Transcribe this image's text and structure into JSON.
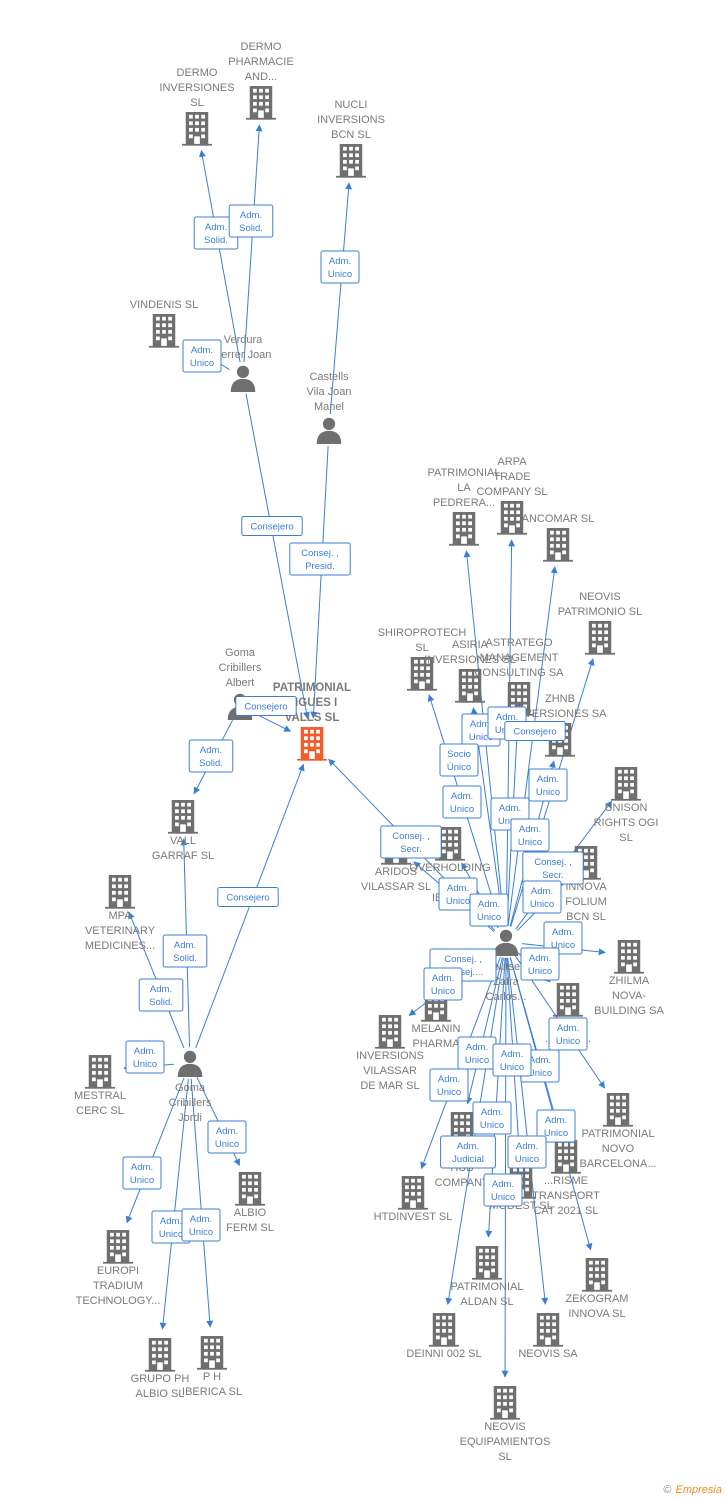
{
  "colors": {
    "node": "#6f6f6f",
    "focus": "#f25c2a",
    "edge": "#3b7fd4"
  },
  "nodes": [
    {
      "id": "patrimonial_rigues",
      "type": "company",
      "focus": true,
      "label": [
        "PATRIMONIAL",
        "RIGUES I",
        "VALLS  SL"
      ]
    },
    {
      "id": "dermo_inv",
      "type": "company",
      "label": [
        "DERMO",
        "INVERSIONES",
        "SL"
      ]
    },
    {
      "id": "dermo_pharm",
      "type": "company",
      "label": [
        "DERMO",
        "PHARMACIE",
        "AND..."
      ]
    },
    {
      "id": "nucli",
      "type": "company",
      "label": [
        "NUCLI",
        "INVERSIONS",
        "BCN  SL"
      ]
    },
    {
      "id": "vindenis",
      "type": "company",
      "label": [
        "VINDENIS SL"
      ]
    },
    {
      "id": "verdura",
      "type": "person",
      "label": [
        "Verdura",
        "Ferrer Joan"
      ]
    },
    {
      "id": "castells",
      "type": "person",
      "label": [
        "Castells",
        "Vila Joan",
        "Manel"
      ]
    },
    {
      "id": "goma_albert",
      "type": "person",
      "label": [
        "Goma",
        "Cribillers",
        "Albert"
      ]
    },
    {
      "id": "vall_garraf",
      "type": "company",
      "label": [
        "VALL",
        "GARRAF  SL"
      ]
    },
    {
      "id": "mpa",
      "type": "company",
      "label": [
        "MPA",
        "VETERINARY",
        "MEDICINES..."
      ]
    },
    {
      "id": "mestral",
      "type": "company",
      "label": [
        "MESTRAL",
        "CERC  SL"
      ]
    },
    {
      "id": "goma_jordi",
      "type": "person",
      "label": [
        "Goma",
        "Cribillers",
        "Jordi"
      ]
    },
    {
      "id": "albio_ferm",
      "type": "company",
      "label": [
        "ALBIO",
        "FERM SL"
      ]
    },
    {
      "id": "europi",
      "type": "company",
      "label": [
        "EUROPI",
        "TRADIUM",
        "TECHNOLOGY..."
      ]
    },
    {
      "id": "grupo_ph",
      "type": "company",
      "label": [
        "GRUPO PH",
        "ALBIO  SL"
      ]
    },
    {
      "id": "ph_iberica",
      "type": "company",
      "label": [
        "P H",
        "IBERICA  SL"
      ]
    },
    {
      "id": "patr_pedrera",
      "type": "company",
      "label": [
        "PATRIMONIAL",
        "LA",
        "PEDRERA..."
      ]
    },
    {
      "id": "arpa",
      "type": "company",
      "label": [
        "ARPA",
        "TRADE",
        "COMPANY  SL"
      ]
    },
    {
      "id": "ancomar",
      "type": "company",
      "label": [
        "ANCOMAR SL"
      ]
    },
    {
      "id": "neovis_patr",
      "type": "company",
      "label": [
        "NEOVIS",
        "PATRIMONIO SL"
      ]
    },
    {
      "id": "shiroprotech",
      "type": "company",
      "label": [
        "SHIROPROTECH",
        "SL"
      ]
    },
    {
      "id": "asiria",
      "type": "company",
      "label": [
        "ASIRIA",
        "INVERSIONES SL"
      ]
    },
    {
      "id": "astratego",
      "type": "company",
      "label": [
        "ASTRATEGO",
        "MANAGEMENT",
        "CONSULTING SA"
      ]
    },
    {
      "id": "zhnb",
      "type": "company",
      "label": [
        "ZHNB",
        "INVERSIONES SA"
      ]
    },
    {
      "id": "unison",
      "type": "company",
      "label": [
        "UNISON",
        "RIGHTS OGI",
        "SL"
      ]
    },
    {
      "id": "aridos",
      "type": "company",
      "label": [
        "ARIDOS",
        "VILASSAR  SL"
      ]
    },
    {
      "id": "overholding",
      "type": "company",
      "label": [
        "OVERHOLDING",
        "SE",
        "IBERIA"
      ]
    },
    {
      "id": "innova_folium",
      "type": "company",
      "label": [
        "INNOVA",
        "FOLIUM",
        "BCN  SL"
      ]
    },
    {
      "id": "zhilma",
      "type": "company",
      "label": [
        "ZHILMA",
        "NOVA-",
        "BUILDING SA"
      ]
    },
    {
      "id": "zafra",
      "type": "person",
      "label": [
        "Boutsen",
        "Zafra",
        "Carlos..."
      ]
    },
    {
      "id": "melanin",
      "type": "company",
      "label": [
        "MELANIN",
        "PHARMA"
      ]
    },
    {
      "id": "inv_vilassar",
      "type": "company",
      "label": [
        "INVERSIONS",
        "VILASSAR",
        "DE MAR  SL"
      ]
    },
    {
      "id": "sandoz",
      "type": "company",
      "label": [
        "S...D",
        "...CION..."
      ]
    },
    {
      "id": "patr_novo",
      "type": "company",
      "label": [
        "PATRIMONIAL",
        "NOVO",
        "BARCELONA..."
      ]
    },
    {
      "id": "hub_company",
      "type": "company",
      "label": [
        "M...",
        "HUB",
        "COMPANY"
      ]
    },
    {
      "id": "transport",
      "type": "company",
      "label": [
        "...RISME",
        "TRANSPORT",
        "CAT 2021  SL"
      ]
    },
    {
      "id": "modest",
      "type": "company",
      "label": [
        "MODEST  SL"
      ]
    },
    {
      "id": "htdinvest",
      "type": "company",
      "label": [
        "HTDINVEST  SL"
      ]
    },
    {
      "id": "patr_aldan",
      "type": "company",
      "label": [
        "PATRIMONIAL",
        "ALDAN  SL"
      ]
    },
    {
      "id": "zekogram",
      "type": "company",
      "label": [
        "ZEKOGRAM",
        "INNOVA  SL"
      ]
    },
    {
      "id": "deinni",
      "type": "company",
      "label": [
        "DEINNI 002  SL"
      ]
    },
    {
      "id": "neovis_sa",
      "type": "company",
      "label": [
        "NEOVIS SA"
      ]
    },
    {
      "id": "neovis_equip",
      "type": "company",
      "label": [
        "NEOVIS",
        "EQUIPAMIENTOS",
        "SL"
      ]
    }
  ],
  "edges": [
    {
      "from": "verdura",
      "to": "dermo_inv",
      "label": [
        "Adm.",
        "Solid."
      ]
    },
    {
      "from": "verdura",
      "to": "dermo_pharm",
      "label": [
        "Adm.",
        "Solid."
      ]
    },
    {
      "from": "castells",
      "to": "nucli",
      "label": [
        "Adm.",
        "Unico"
      ]
    },
    {
      "from": "verdura",
      "to": "vindenis",
      "label": [
        "Adm.",
        "Unico"
      ]
    },
    {
      "from": "verdura",
      "to": "patrimonial_rigues",
      "label": [
        "Consejero"
      ]
    },
    {
      "from": "castells",
      "to": "patrimonial_rigues",
      "label": [
        "Consej. ,",
        "Presid."
      ]
    },
    {
      "from": "goma_albert",
      "to": "patrimonial_rigues",
      "label": [
        "Consejero"
      ]
    },
    {
      "from": "goma_albert",
      "to": "vall_garraf",
      "label": [
        "Adm.",
        "Solid."
      ]
    },
    {
      "from": "goma_jordi",
      "to": "patrimonial_rigues",
      "label": [
        "Consejero"
      ]
    },
    {
      "from": "goma_jordi",
      "to": "vall_garraf",
      "label": [
        "Adm.",
        "Solid."
      ]
    },
    {
      "from": "goma_jordi",
      "to": "mpa",
      "label": [
        "Adm.",
        "Solid."
      ]
    },
    {
      "from": "goma_jordi",
      "to": "mestral",
      "label": [
        "Adm.",
        "Unico"
      ]
    },
    {
      "from": "goma_jordi",
      "to": "albio_ferm",
      "label": [
        "Adm.",
        "Unico"
      ]
    },
    {
      "from": "goma_jordi",
      "to": "europi",
      "label": [
        "Adm.",
        "Unico"
      ]
    },
    {
      "from": "goma_jordi",
      "to": "grupo_ph",
      "label": [
        "Adm.",
        "Unico"
      ]
    },
    {
      "from": "goma_jordi",
      "to": "ph_iberica",
      "label": [
        "Adm.",
        "Unico"
      ]
    },
    {
      "from": "zafra",
      "to": "patrimonial_rigues",
      "label": [
        "Consej. ,",
        "Secr."
      ]
    },
    {
      "from": "zafra",
      "to": "patr_pedrera",
      "label": [
        "Adm.",
        "Unico"
      ]
    },
    {
      "from": "zafra",
      "to": "arpa",
      "label": [
        "Adm.",
        "Unico"
      ]
    },
    {
      "from": "zafra",
      "to": "ancomar",
      "label": [
        "Consejero"
      ]
    },
    {
      "from": "zafra",
      "to": "neovis_patr",
      "label": [
        "Adm.",
        "Unico"
      ]
    },
    {
      "from": "zafra",
      "to": "shiroprotech",
      "label": [
        "Socio",
        "Único"
      ]
    },
    {
      "from": "zafra",
      "to": "asiria",
      "label": [
        "Adm.",
        "Unico"
      ]
    },
    {
      "from": "zafra",
      "to": "astratego",
      "label": [
        "Adm.",
        "Unico"
      ]
    },
    {
      "from": "zafra",
      "to": "zhnb",
      "label": [
        "Adm.",
        "Unico"
      ]
    },
    {
      "from": "zafra",
      "to": "unison",
      "label": [
        "Consej. ,",
        "Secr."
      ]
    },
    {
      "from": "zafra",
      "to": "aridos",
      "label": [
        "Adm.",
        "Unico"
      ]
    },
    {
      "from": "zafra",
      "to": "overholding",
      "label": [
        "Adm.",
        "Unico"
      ]
    },
    {
      "from": "zafra",
      "to": "innova_folium",
      "label": [
        "Adm.",
        "Unico"
      ]
    },
    {
      "from": "zafra",
      "to": "zhilma",
      "label": [
        "Adm.",
        "Unico"
      ]
    },
    {
      "from": "zafra",
      "to": "melanin",
      "label": [
        "Consej. ,",
        "Consej...."
      ]
    },
    {
      "from": "zafra",
      "to": "inv_vilassar",
      "label": [
        "Adm.",
        "Unico"
      ]
    },
    {
      "from": "zafra",
      "to": "sandoz",
      "label": [
        "Adm.",
        "Unico"
      ]
    },
    {
      "from": "zafra",
      "to": "patr_novo",
      "label": [
        "Adm.",
        "Unico"
      ]
    },
    {
      "from": "zafra",
      "to": "hub_company",
      "label": [
        "Adm.",
        "Unico"
      ]
    },
    {
      "from": "zafra",
      "to": "transport",
      "label": [
        "Adm.",
        "Unico"
      ]
    },
    {
      "from": "zafra",
      "to": "modest",
      "label": [
        "Adm.",
        "Unico"
      ]
    },
    {
      "from": "zafra",
      "to": "htdinvest",
      "label": [
        "Adm.",
        "Unico"
      ]
    },
    {
      "from": "zafra",
      "to": "patr_aldan",
      "label": [
        "Adm.",
        "Judicial"
      ]
    },
    {
      "from": "zafra",
      "to": "zekogram",
      "label": [
        "Adm.",
        "Unico"
      ]
    },
    {
      "from": "zafra",
      "to": "deinni",
      "label": [
        "Adm.",
        "Unico"
      ]
    },
    {
      "from": "zafra",
      "to": "neovis_sa",
      "label": [
        "Adm.",
        "Unico"
      ]
    },
    {
      "from": "zafra",
      "to": "neovis_equip",
      "label": [
        "Adm.",
        "Unico"
      ]
    }
  ],
  "footer": {
    "copyright": "©",
    "brand": "Empresia"
  }
}
